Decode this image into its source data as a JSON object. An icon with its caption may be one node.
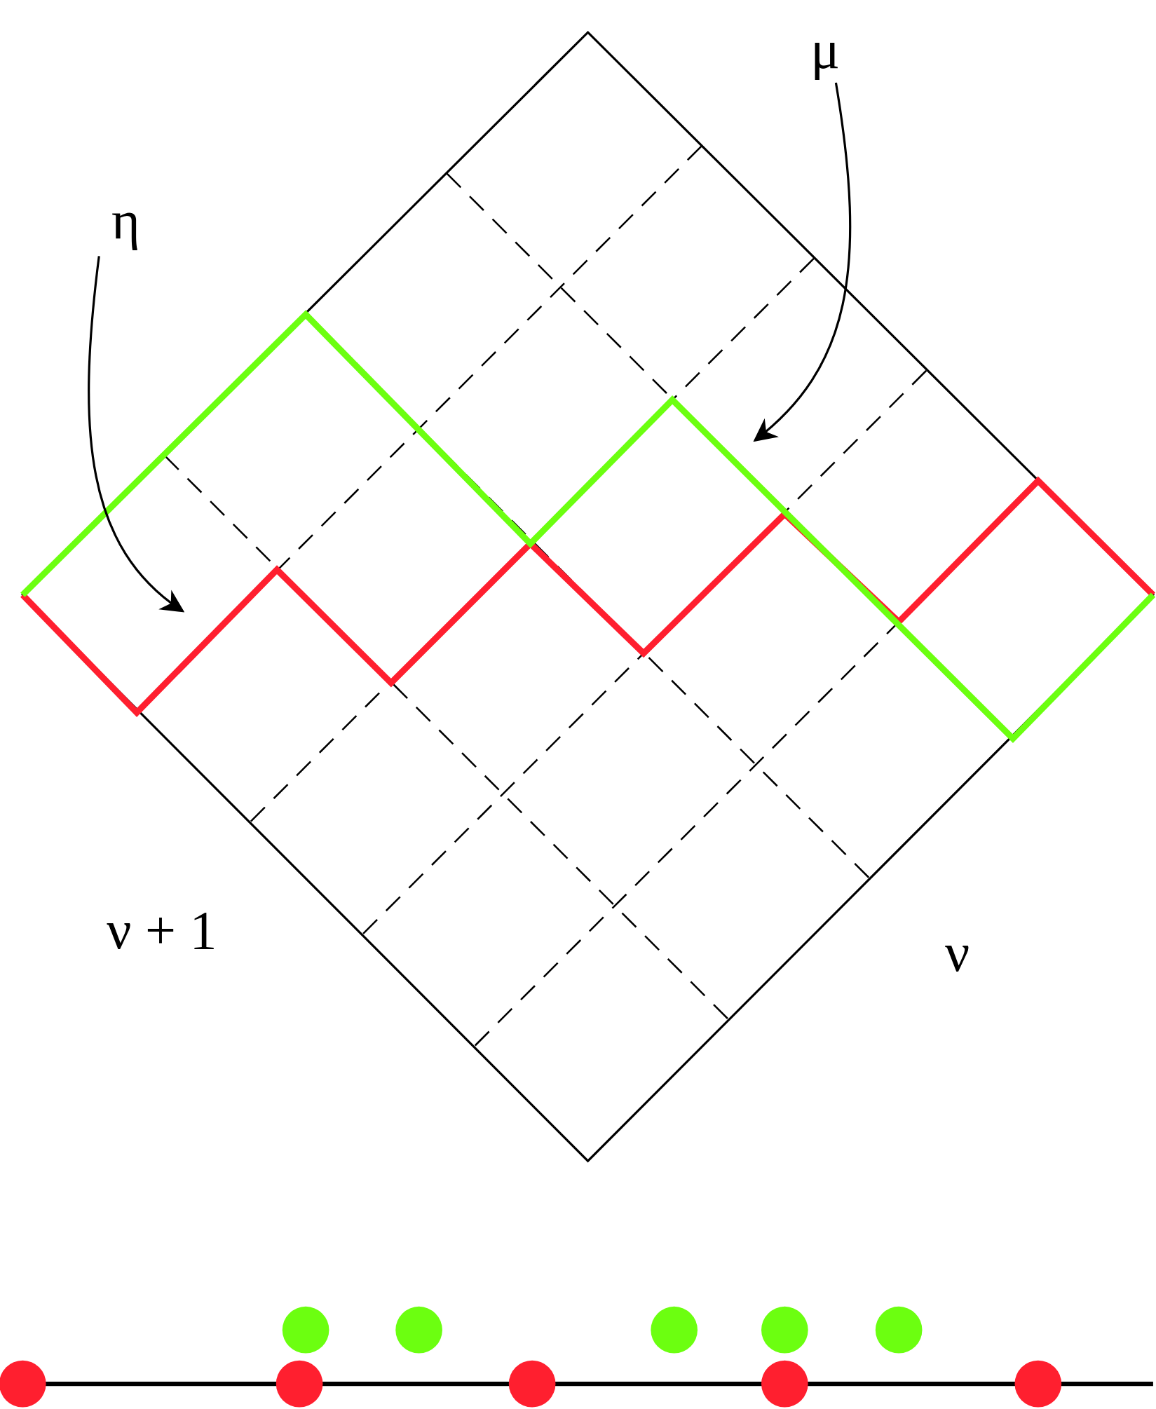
{
  "diagram": {
    "nodes": [
      {
        "text": [
          "η"
        ]
      },
      {
        "text": [
          "μ"
        ]
      }
    ],
    "edges": [
      {
        "from": 0,
        "to": null,
        "arrow": "to"
      },
      {
        "from": 1,
        "to": null,
        "arrow": "to"
      }
    ],
    "labels": [
      "ν + 1",
      "ν"
    ]
  }
}
